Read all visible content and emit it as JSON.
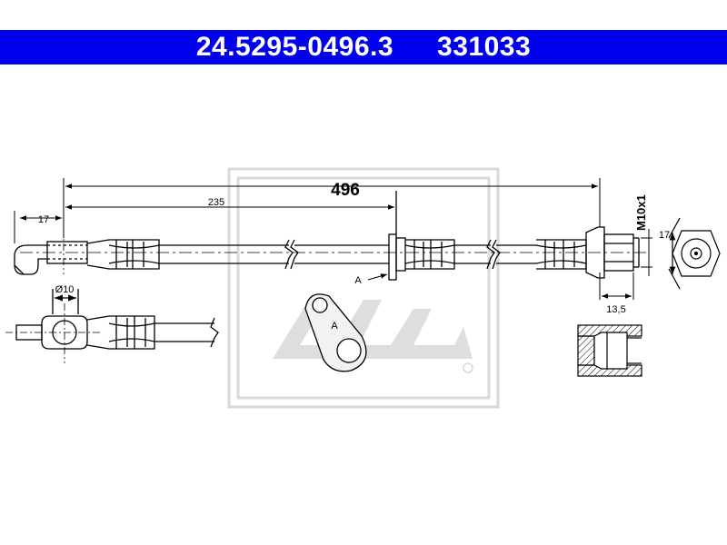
{
  "header": {
    "part_number": "24.5295-0496.3",
    "ref_number": "331033"
  },
  "dimensions": {
    "total_length": "496",
    "mid_length": "235",
    "end_offset": "17",
    "hex_size": "17",
    "thread": "M10x1",
    "fitting_length": "13,5",
    "banjo_diameter": "Ø10"
  },
  "labels": {
    "bracket_marker": "A",
    "bracket_detail_marker": "A"
  },
  "colors": {
    "header_bg": "#0000ee",
    "line": "#000000",
    "watermark": "#d9d9d9"
  }
}
